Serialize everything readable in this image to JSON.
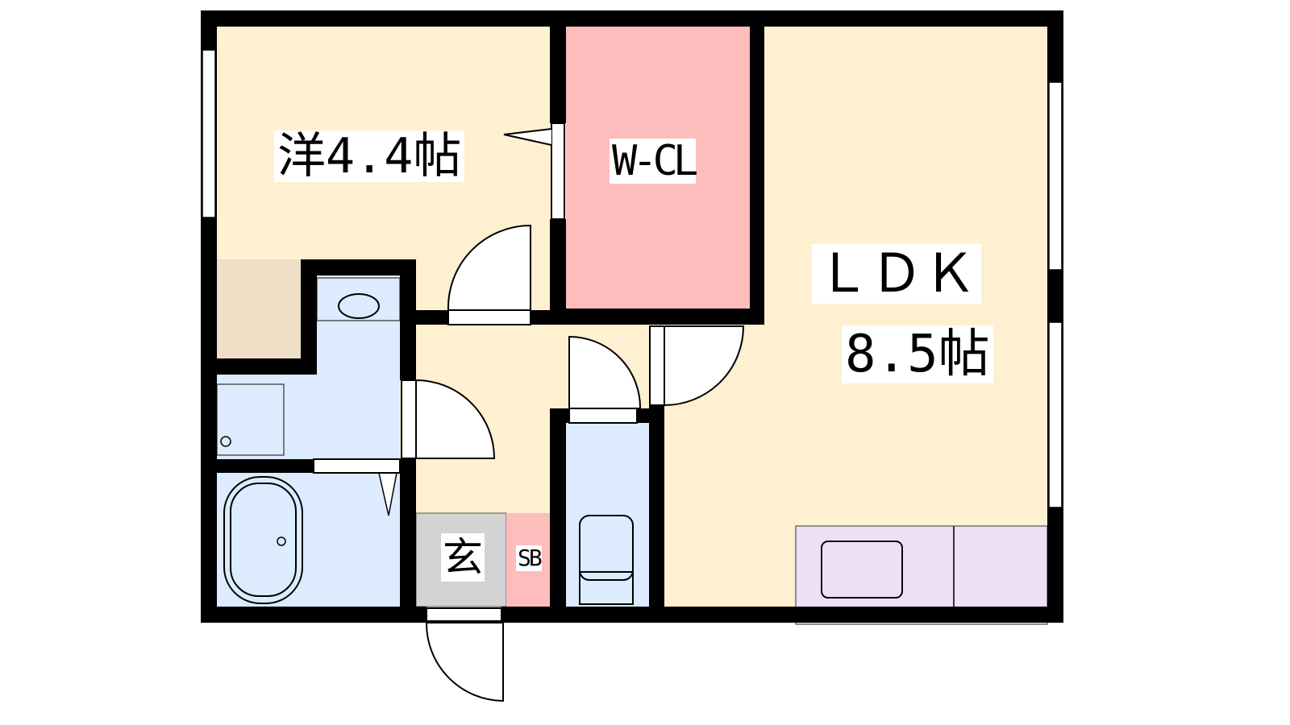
{
  "rooms": {
    "western": {
      "label": "洋4.4帖"
    },
    "closet": {
      "label": "W-CL"
    },
    "ldk": {
      "label": "ＬＤＫ",
      "size": "8.5帖"
    },
    "entrance": {
      "label": "玄"
    },
    "shoe_box": {
      "label": "SB"
    }
  },
  "colors": {
    "room": "#FEF0D0",
    "closet": "#FDBDBD",
    "wet": "#DCEBFD",
    "storage": "#EEDFC6",
    "entrance": "#D3D3D3",
    "kitchen": "#EDDFF5",
    "wall": "#000000"
  }
}
